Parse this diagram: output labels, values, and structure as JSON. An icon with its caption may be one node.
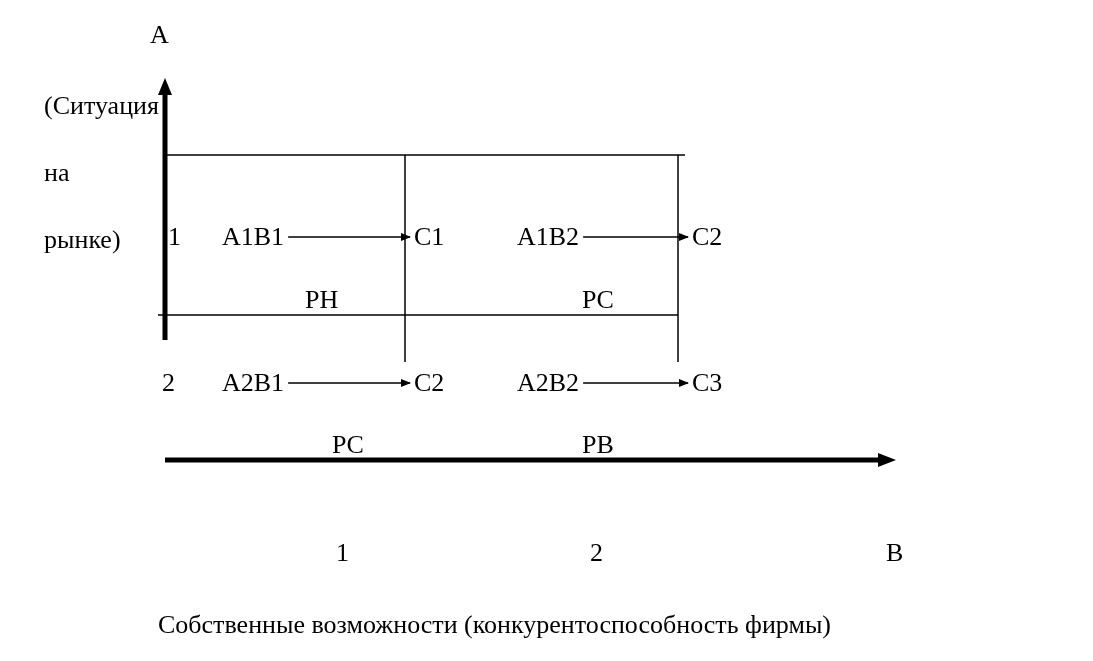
{
  "diagram": {
    "nodes": [
      {
        "text": [
          "A1B1"
        ]
      },
      {
        "text": [
          "C1"
        ]
      },
      {
        "text": [
          "A1B2"
        ]
      },
      {
        "text": [
          "C2"
        ]
      },
      {
        "text": [
          "A2B1"
        ]
      },
      {
        "text": [
          "C2"
        ]
      },
      {
        "text": [
          "A2B2"
        ]
      },
      {
        "text": [
          "C3"
        ]
      }
    ],
    "edges": [
      {
        "from": 0,
        "to": 1,
        "arrow": "to"
      },
      {
        "from": 2,
        "to": 3,
        "arrow": "to"
      },
      {
        "from": 4,
        "to": 5,
        "arrow": "to"
      },
      {
        "from": 6,
        "to": 7,
        "arrow": "to"
      }
    ],
    "labels": [
      "A",
      "(Ситуация на рынке)",
      "1",
      "PH",
      "PC",
      "2",
      "PC",
      "PB",
      "1",
      "2",
      "B",
      "Собственные возможности (конкурентоспособность фирмы)"
    ]
  }
}
